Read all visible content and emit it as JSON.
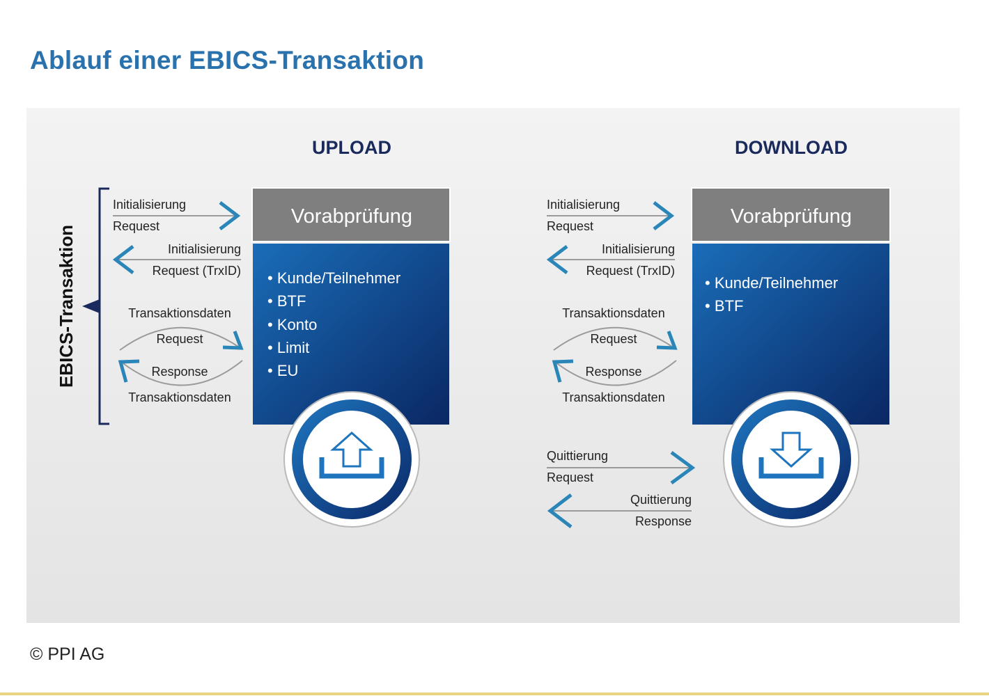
{
  "title": "Ablauf einer EBICS-Transaktion",
  "side_label": "EBICS-Transaktion",
  "upload": {
    "heading": "UPLOAD",
    "box_title": "Vorabprüfung",
    "checks": [
      "Kunde/Teilnehmer",
      "BTF",
      "Konto",
      "Limit",
      "EU"
    ],
    "init_request": [
      "Initialisierung",
      "Request"
    ],
    "init_response": [
      "Initialisierung",
      "Request (TrxID)"
    ],
    "data_request": [
      "Transaktionsdaten",
      "Request"
    ],
    "data_response": [
      "Response",
      "Transaktionsdaten"
    ],
    "icon": "upload-icon"
  },
  "download": {
    "heading": "DOWNLOAD",
    "box_title": "Vorabprüfung",
    "checks": [
      "Kunde/Teilnehmer",
      "BTF"
    ],
    "init_request": [
      "Initialisierung",
      "Request"
    ],
    "init_response": [
      "Initialisierung",
      "Request (TrxID)"
    ],
    "data_request": [
      "Transaktionsdaten",
      "Request"
    ],
    "data_response": [
      "Response",
      "Transaktionsdaten"
    ],
    "ack_request": [
      "Quittierung",
      "Request"
    ],
    "ack_response": [
      "Quittierung",
      "Response"
    ],
    "icon": "download-icon"
  },
  "footer": "© PPI AG",
  "colors": {
    "title": "#2a72ad",
    "heading": "#1b2a5c",
    "arrow": "#2a86b8",
    "box_gray": "#7f7f7f",
    "box_blue_top": "#1769b4",
    "box_blue_bottom": "#0b2a68"
  }
}
